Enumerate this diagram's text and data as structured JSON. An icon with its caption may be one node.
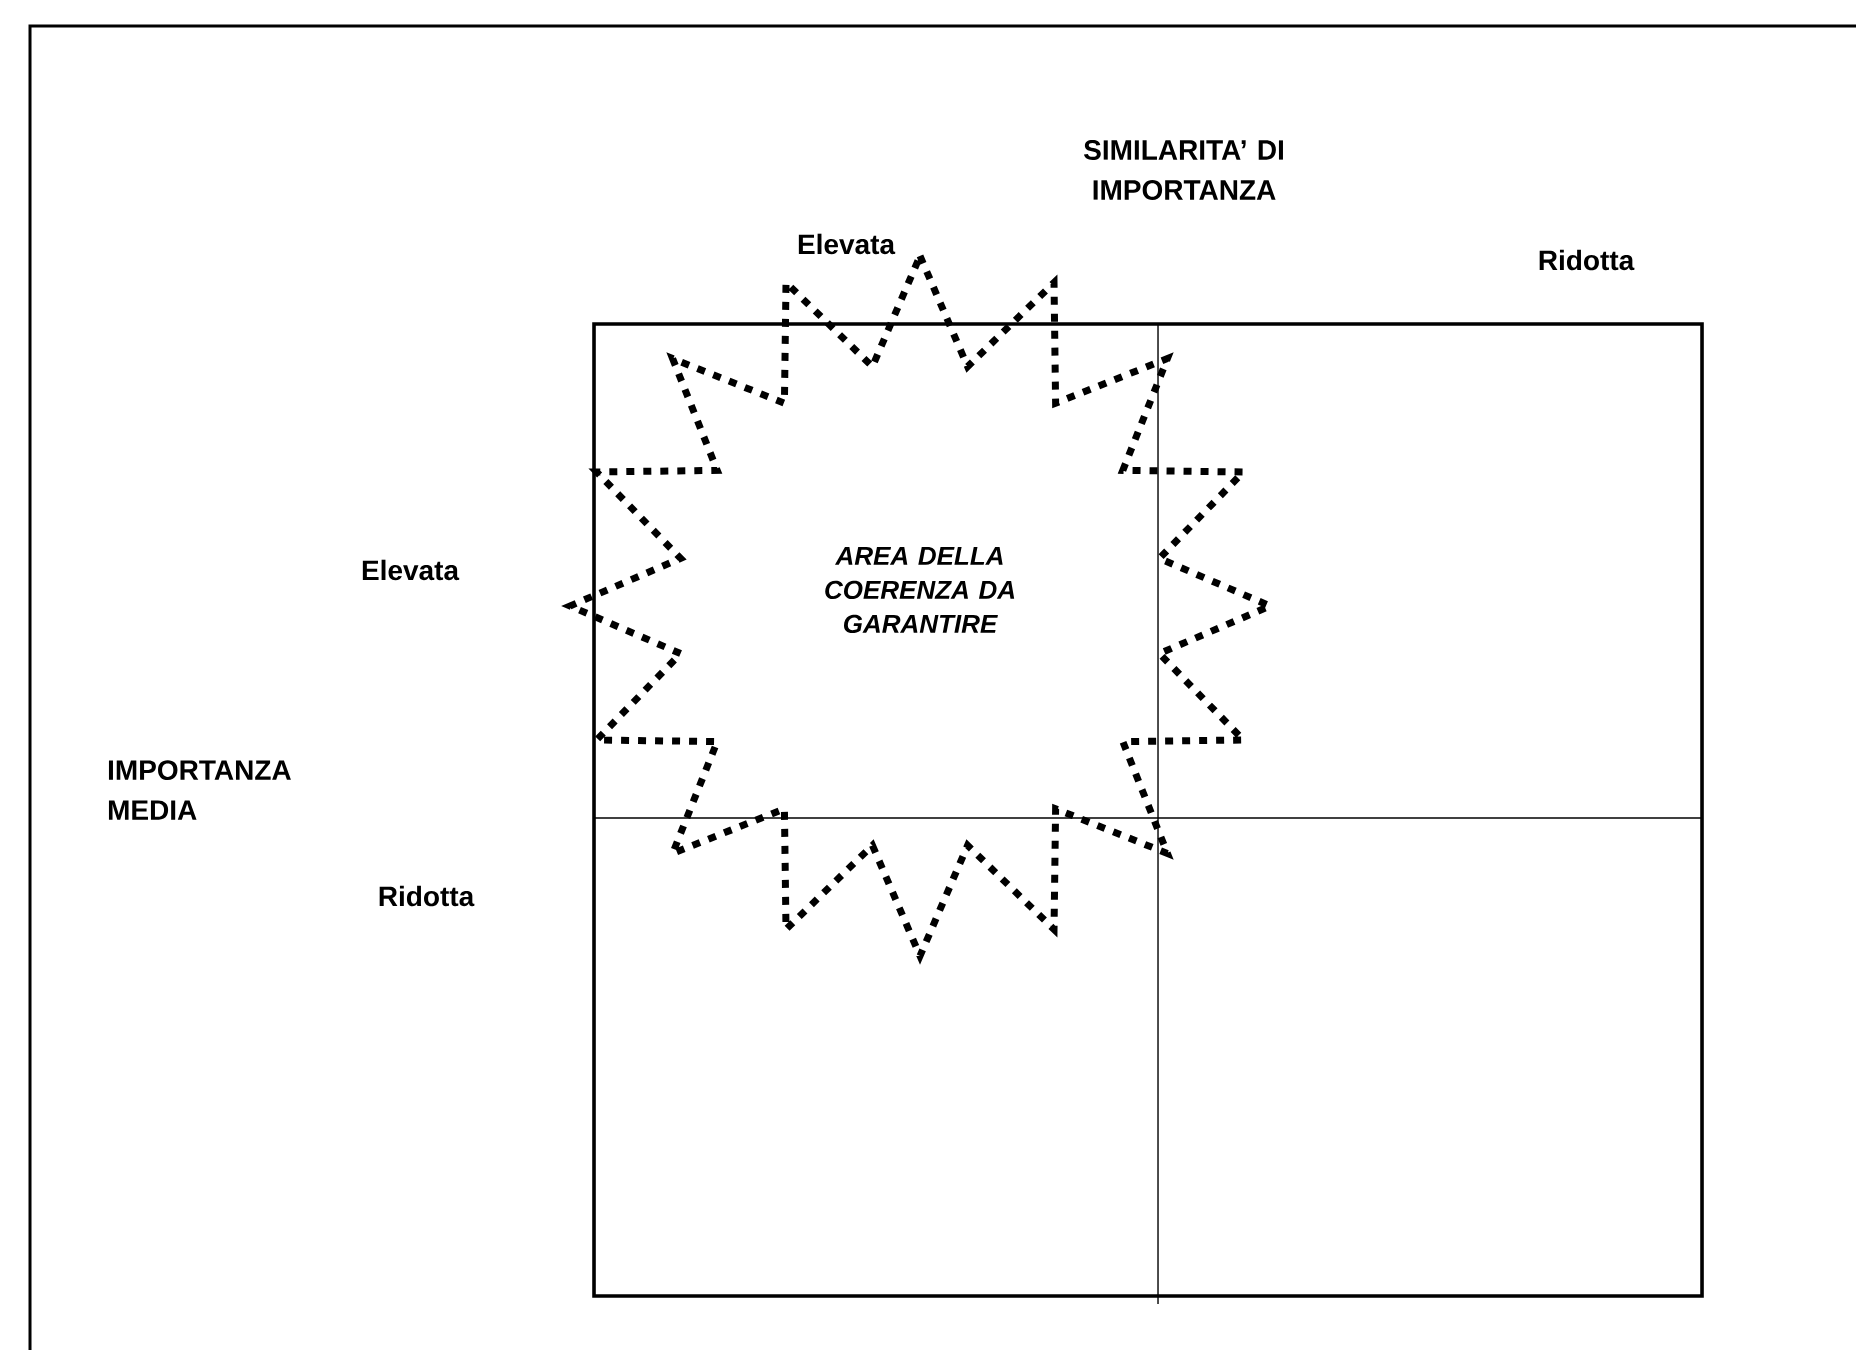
{
  "diagram": {
    "nodes": [
      {
        "text": [
          "AREA DELLA COERENZA DA GARANTIRE"
        ]
      }
    ],
    "labels": [
      "SIMILARITA’ DI IMPORTANZA",
      "Elevata",
      "Ridotta",
      "Elevata",
      "IMPORTANZA MEDIA",
      "Ridotta"
    ]
  }
}
